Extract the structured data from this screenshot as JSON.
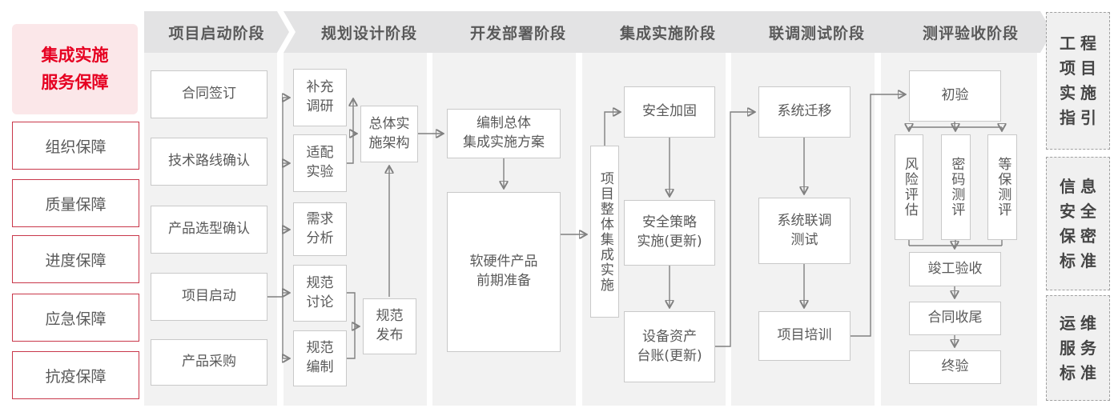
{
  "sidebar": {
    "title": "集成实施\n服务保障",
    "items": [
      "组织保障",
      "质量保障",
      "进度保障",
      "应急保障",
      "抗疫保障"
    ]
  },
  "phases": [
    "项目启动阶段",
    "规划设计阶段",
    "开发部署阶段",
    "集成实施阶段",
    "联调测试阶段",
    "测评验收阶段"
  ],
  "nodes": {
    "contract_sign": "合同签订",
    "tech_route": "技术路线确认",
    "product_select": "产品选型确认",
    "project_kickoff": "项目启动",
    "procurement": "产品采购",
    "supplement_research": "补充\n调研",
    "adaptation_test": "适配\n实验",
    "requirement_analysis": "需求\n分析",
    "spec_discussion": "规范\n讨论",
    "spec_drafting": "规范\n编制",
    "overall_architecture": "总体实\n施架构",
    "spec_release": "规范\n发布",
    "overall_plan": "编制总体\n集成实施方案",
    "product_preparation": "软硬件产品\n前期准备",
    "overall_integration": "项目整体集成实施",
    "security_hardening": "安全加固",
    "security_policy": "安全策略\n实施(更新)",
    "asset_ledger": "设备资产\n台账(更新)",
    "system_migration": "系统迁移",
    "joint_testing": "系统联调\n测试",
    "project_training": "项目培训",
    "initial_acceptance": "初验",
    "risk_assessment": "风险评估",
    "crypto_evaluation": "密码测评",
    "mlps_evaluation": "等保测评",
    "completion_acceptance": "竣工验收",
    "contract_closure": "合同收尾",
    "final_acceptance": "终验"
  },
  "standards": [
    "工程\n项目\n实施\n指引",
    "信息\n安全\n保密\n标准",
    "运维\n服务\n标准"
  ],
  "colors": {
    "accent_red": "#e60021",
    "pink_background": "#fbe7e9",
    "red_border": "#c9374a",
    "panel_gray": "#f2f2f2",
    "banner_gray": "#e3e3e4",
    "box_border": "#c9c9c9",
    "text_gray": "#595959",
    "connector_gray": "#808080"
  }
}
